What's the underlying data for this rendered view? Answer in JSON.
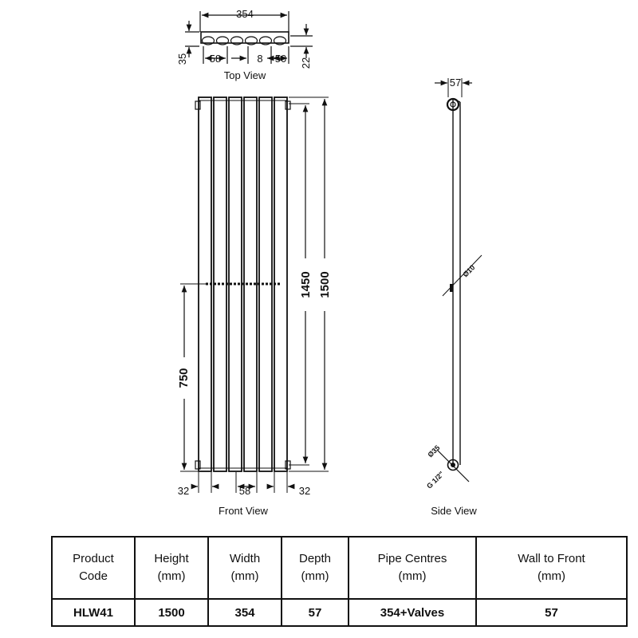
{
  "drawing": {
    "top_view": {
      "caption": "Top View",
      "width": "354",
      "depth_left": "35",
      "depth_right": "22",
      "dim_58": "58",
      "dim_8": "8",
      "dim_50": "50"
    },
    "front_view": {
      "caption": "Front View",
      "height_overall": "1500",
      "height_pipe": "1450",
      "bracket_height": "750",
      "edge_left": "32",
      "edge_right": "32",
      "pitch": "58"
    },
    "side_view": {
      "caption": "Side View",
      "depth": "57",
      "tube_dia": "Ø10",
      "valve_dia": "Ø35",
      "thread": "G 1/2\""
    }
  },
  "spec_table": {
    "headers": [
      [
        "Product",
        "Code"
      ],
      [
        "Height",
        "(mm)"
      ],
      [
        "Width",
        "(mm)"
      ],
      [
        "Depth",
        "(mm)"
      ],
      [
        "Pipe Centres",
        "(mm)"
      ],
      [
        "Wall to Front",
        "(mm)"
      ]
    ],
    "row": [
      "HLW41",
      "1500",
      "354",
      "57",
      "354+Valves",
      "57"
    ]
  }
}
